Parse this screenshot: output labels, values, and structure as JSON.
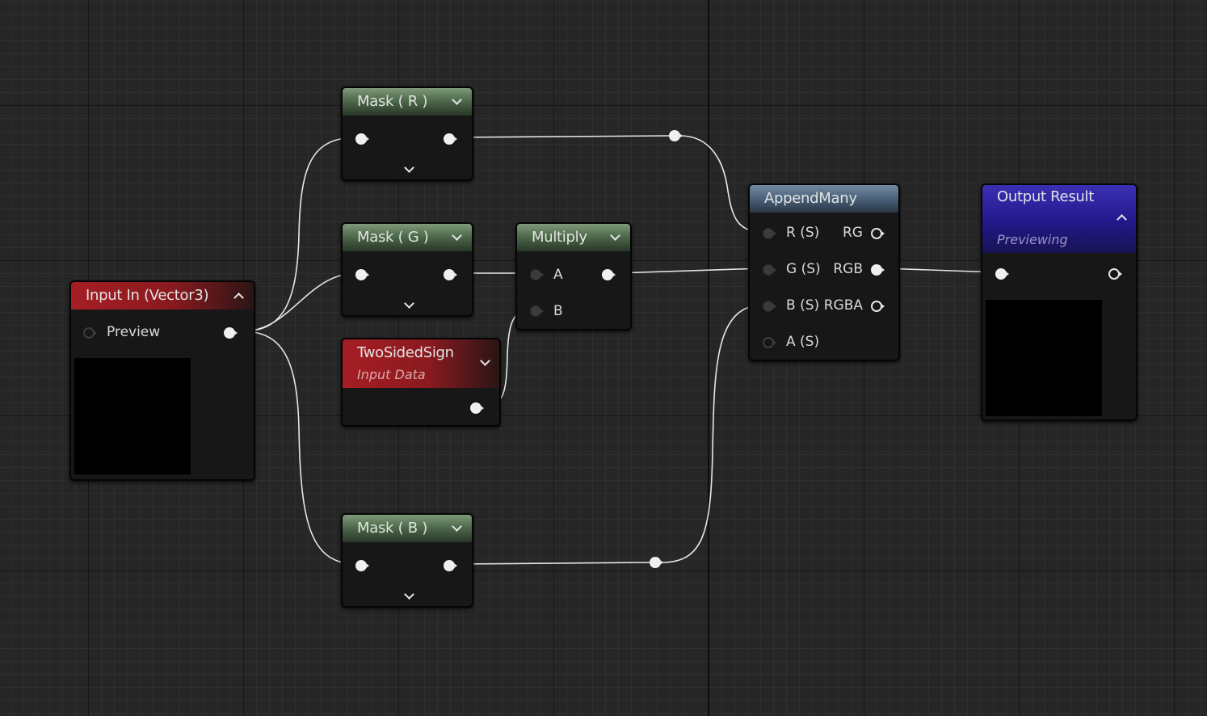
{
  "nodes": {
    "input": {
      "title": "Input In (Vector3)",
      "pin_label": "Preview"
    },
    "mask_r": {
      "title": "Mask ( R )"
    },
    "mask_g": {
      "title": "Mask ( G )"
    },
    "mask_b": {
      "title": "Mask ( B )"
    },
    "multiply": {
      "title": "Multiply",
      "in_a": "A",
      "in_b": "B"
    },
    "two_sided": {
      "title": "TwoSidedSign",
      "subtitle": "Input Data"
    },
    "append": {
      "title": "AppendMany",
      "inputs": [
        "R (S)",
        "G (S)",
        "B (S)",
        "A (S)"
      ],
      "outputs": [
        "RG",
        "RGB",
        "RGBA"
      ]
    },
    "output": {
      "title": "Output Result",
      "subtitle": "Previewing"
    }
  },
  "colors": {
    "mask_header": "#5f7c5b",
    "input_header": "#a51e24",
    "append_header": "#5a7190",
    "output_header": "#2a1f9c",
    "wire": "#e6e6e6",
    "grid_bg": "#262626"
  },
  "icons": {
    "collapse": "chevron-up-icon",
    "expand": "chevron-down-icon",
    "pin_connected": "filled-circle-pin-icon",
    "pin_unconnected": "hollow-circle-pin-icon"
  }
}
